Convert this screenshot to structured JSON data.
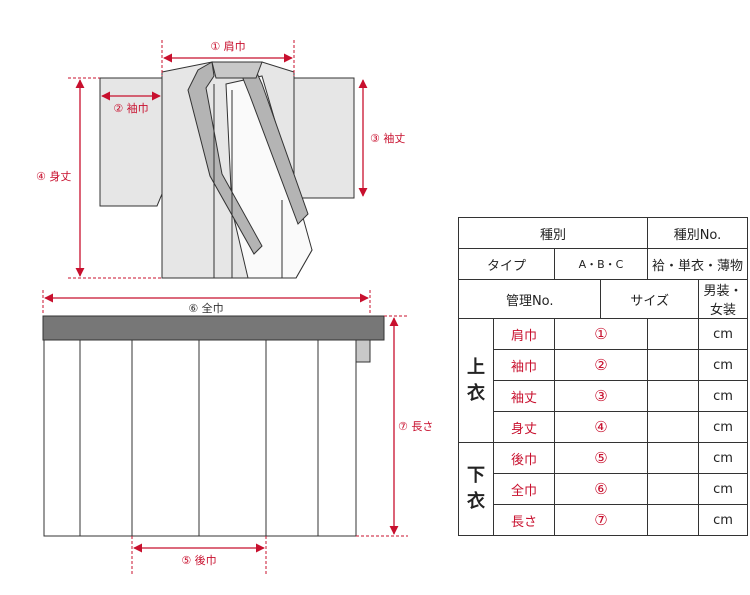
{
  "colors": {
    "accent": "#c8102e",
    "garment_fill": "#e6e6e6",
    "collar_fill": "#b4b4b4",
    "waistband_fill": "#777777",
    "line": "#333333"
  },
  "dimension_labels": {
    "shoulder_width": "① 肩巾",
    "sleeve_width": "② 袖巾",
    "sleeve_length": "③ 袖丈",
    "body_length": "④ 身丈",
    "total_width": "⑥ 全巾",
    "length": "⑦ 長さ",
    "back_width": "⑤ 後巾"
  },
  "table": {
    "row1": {
      "type_label": "種別",
      "number_label": "種別No."
    },
    "row2": {
      "type_label": "タイプ",
      "abc": "A・B・C",
      "fabric": "袷・単衣・薄物"
    },
    "row3": {
      "mgmt_label": "管理No.",
      "size_label": "サイズ",
      "gender": "男装・女装"
    },
    "upper": {
      "title_top": "上",
      "title_bottom": "衣",
      "rows": [
        {
          "label": "肩巾",
          "num": "①",
          "unit": "cm"
        },
        {
          "label": "袖巾",
          "num": "②",
          "unit": "cm"
        },
        {
          "label": "袖丈",
          "num": "③",
          "unit": "cm"
        },
        {
          "label": "身丈",
          "num": "④",
          "unit": "cm"
        }
      ]
    },
    "lower": {
      "title_top": "下",
      "title_bottom": "衣",
      "rows": [
        {
          "label": "後巾",
          "num": "⑤",
          "unit": "cm"
        },
        {
          "label": "全巾",
          "num": "⑥",
          "unit": "cm"
        },
        {
          "label": "長さ",
          "num": "⑦",
          "unit": "cm"
        }
      ]
    }
  }
}
